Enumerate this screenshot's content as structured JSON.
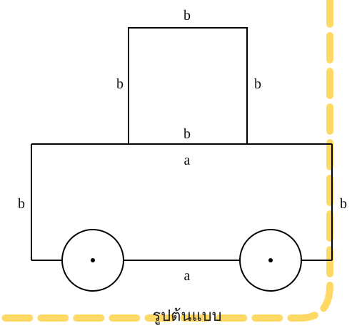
{
  "diagram": {
    "labels": {
      "top_square_top": "b",
      "top_square_left": "b",
      "top_square_right": "b",
      "top_square_bottom": "b",
      "body_top": "a",
      "body_left": "b",
      "body_right": "b",
      "body_bottom": "a"
    },
    "caption": "รูปต้นแบบ"
  },
  "colors": {
    "line": "#000000",
    "border_dash": "#ffd966",
    "background": "#ffffff"
  }
}
